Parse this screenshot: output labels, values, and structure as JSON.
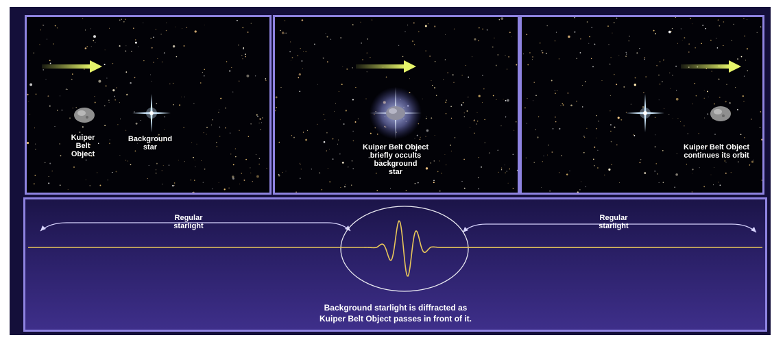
{
  "panels": [
    {
      "labels": {
        "object_lines": [
          "Kuiper",
          "Belt",
          "Object"
        ],
        "star_lines": [
          "Background",
          "star"
        ]
      }
    },
    {
      "labels": {
        "occult_lines": [
          "Kuiper Belt Object",
          "briefly occults",
          "background",
          "star"
        ]
      }
    },
    {
      "labels": {
        "continue_lines": [
          "Kuiper Belt Object",
          "continues its orbit"
        ]
      }
    }
  ],
  "lightcurve": {
    "left_label_lines": [
      "Regular",
      "starlight"
    ],
    "right_label_lines": [
      "Regular",
      "starlight"
    ],
    "caption_lines": [
      "Background starlight is diffracted as",
      "Kuiper Belt Object passes in front of it."
    ]
  },
  "colors": {
    "frame": "#140f3a",
    "panel_border": "#8e83e0",
    "arrow": "#e6f56a",
    "signal": "#e8c65a"
  }
}
